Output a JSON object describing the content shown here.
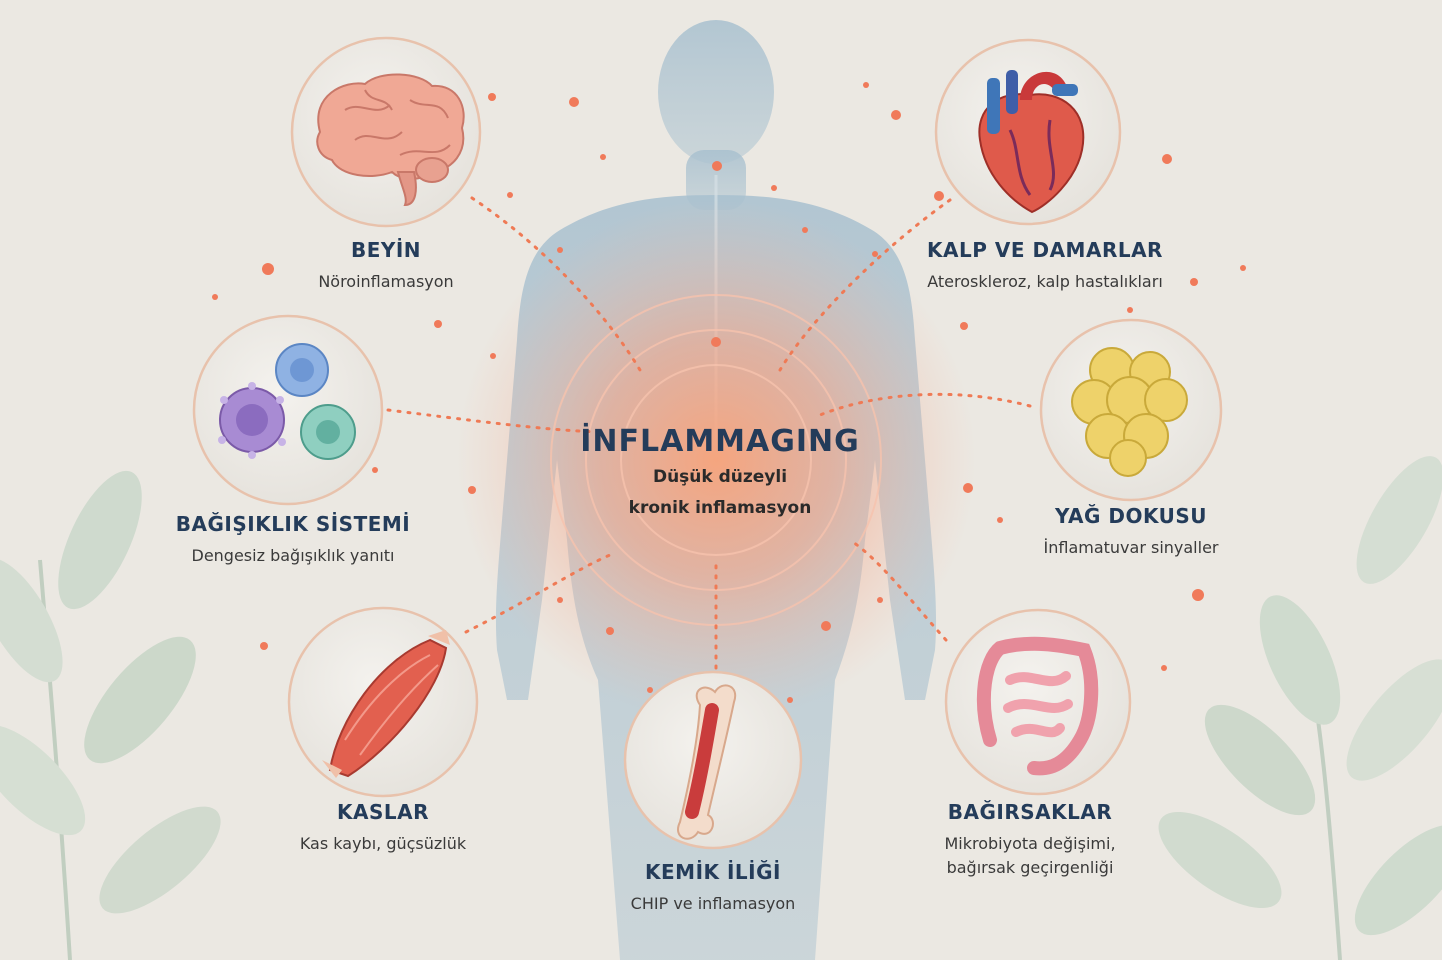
{
  "center": {
    "title": "İNFLAMMAGING",
    "subtitle_line1": "Düşük düzeyli",
    "subtitle_line2": "kronik inflamasyon"
  },
  "organs": {
    "brain": {
      "title": "BEYİN",
      "desc": "Nöroinflamasyon",
      "icon": "brain-icon"
    },
    "heart": {
      "title": "KALP VE DAMARLAR",
      "desc": "Ateroskleroz, kalp hastalıkları",
      "icon": "heart-icon"
    },
    "immune": {
      "title": "BAĞIŞIKLIK SİSTEMİ",
      "desc": "Dengesiz bağışıklık yanıtı",
      "icon": "immune-cells-icon"
    },
    "fat": {
      "title": "YAĞ DOKUSU",
      "desc": "İnflamatuvar sinyaller",
      "icon": "fat-cells-icon"
    },
    "muscle": {
      "title": "KASLAR",
      "desc": "Kas kaybı, güçsüzlük",
      "icon": "muscle-icon"
    },
    "bone": {
      "title": "KEMİK İLİĞİ",
      "desc": "CHIP ve inflamasyon",
      "icon": "bone-icon"
    },
    "gut": {
      "title": "BAĞIRSAKLAR",
      "desc_line1": "Mikrobiyota değişimi,",
      "desc_line2": "bağırsak geçirgenliği",
      "icon": "intestine-icon"
    }
  },
  "colors": {
    "background": "#ebe8e2",
    "title": "#243c5a",
    "accent": "#f07a5a",
    "body_silhouette": "#a9bfcc",
    "leaf": "#b5c9b8"
  }
}
